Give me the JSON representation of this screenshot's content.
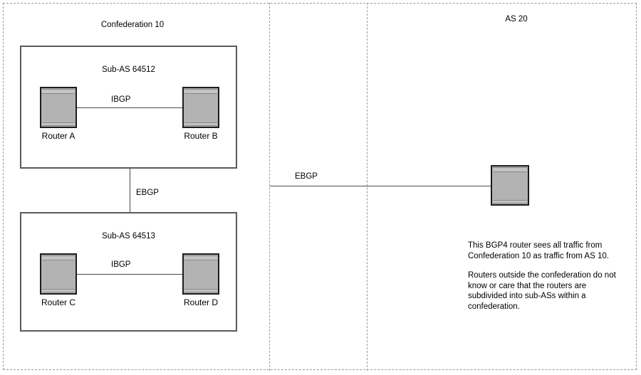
{
  "diagram": {
    "regions": [
      {
        "id": "confederation",
        "title": "Confederation 10"
      },
      {
        "id": "as20",
        "title": "AS 20"
      }
    ],
    "sub_as": [
      {
        "id": "64512",
        "label": "Sub-AS 64512"
      },
      {
        "id": "64513",
        "label": "Sub-AS 64513"
      }
    ],
    "routers": [
      {
        "id": "a",
        "label": "Router A"
      },
      {
        "id": "b",
        "label": "Router B"
      },
      {
        "id": "c",
        "label": "Router C"
      },
      {
        "id": "d",
        "label": "Router D"
      },
      {
        "id": "as20",
        "label": ""
      }
    ],
    "links": [
      {
        "id": "ibgp-ab",
        "label": "IBGP"
      },
      {
        "id": "ibgp-cd",
        "label": "IBGP"
      },
      {
        "id": "ebgp-confederation",
        "label": "EBGP"
      },
      {
        "id": "ebgp-external",
        "label": "EBGP"
      }
    ],
    "note": {
      "paragraph_1": "This BGP4 router sees all traffic from Confederation 10 as traffic from AS 10.",
      "paragraph_2": "Routers outside the confederation do not know or care that the routers are subdivided into sub-ASs within a confederation."
    },
    "colors": {
      "router_body": "#b3b3b3",
      "router_strip": "#c4c4c4",
      "router_outline": "#1c1c1c",
      "box_outline": "#5a5a5a",
      "link_line": "#4a4a4a",
      "divider": "#9a9a9a",
      "text": "#000000",
      "background": "#ffffff"
    }
  }
}
